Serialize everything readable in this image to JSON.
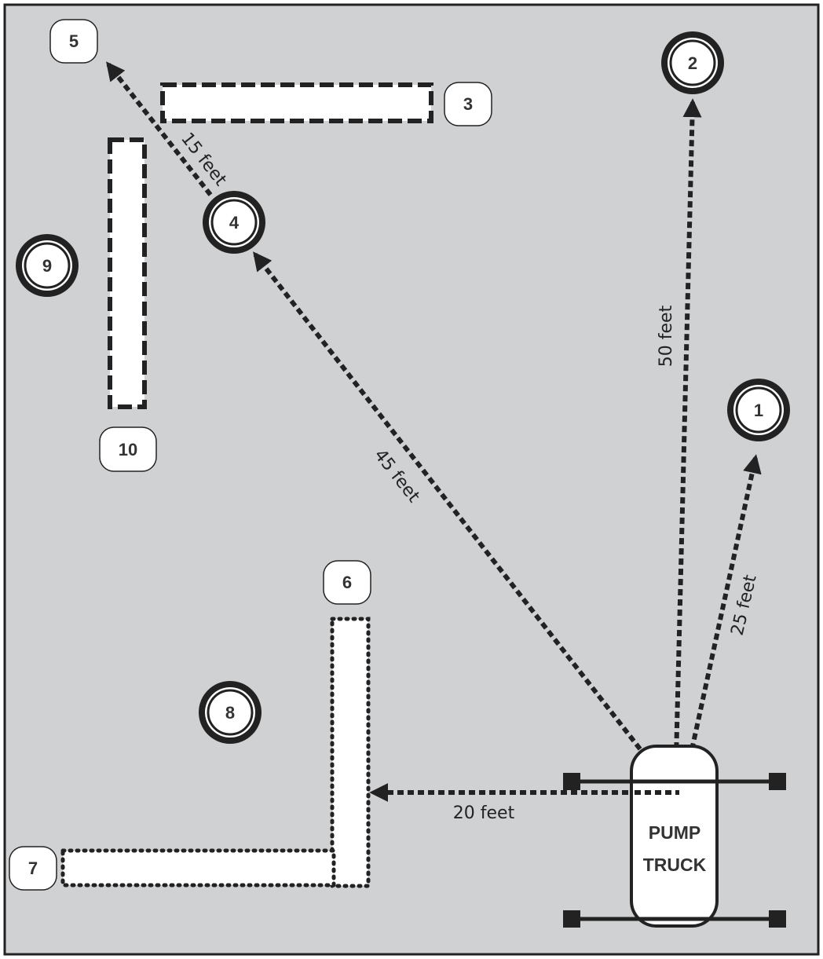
{
  "markers": {
    "m1": "1",
    "m2": "2",
    "m3": "3",
    "m4": "4",
    "m5": "5",
    "m6": "6",
    "m7": "7",
    "m8": "8",
    "m9": "9",
    "m10": "10"
  },
  "distances": {
    "to_1": "25 feet",
    "to_2": "50 feet",
    "to_4": "45 feet",
    "to_5": "15 feet",
    "to_6": "20 feet"
  },
  "truck": {
    "line1": "PUMP",
    "line2": "TRUCK"
  },
  "colors": {
    "background": "#d0d1d3",
    "ink": "#222222",
    "fill": "#ffffff"
  }
}
